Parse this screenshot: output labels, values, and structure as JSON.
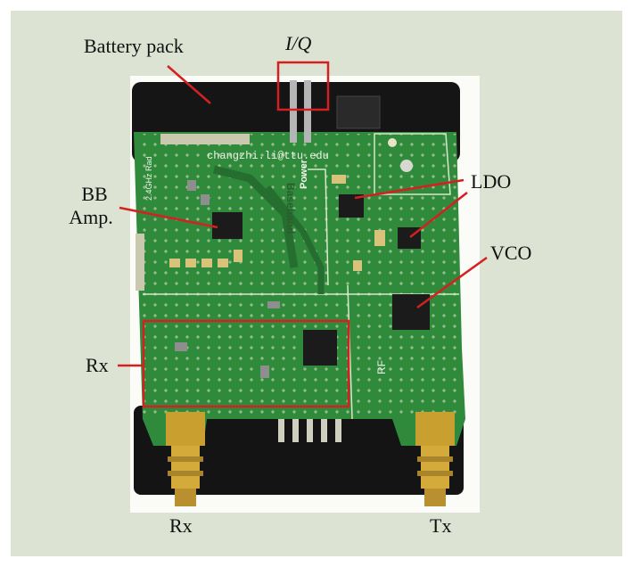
{
  "annotations": {
    "battery_pack": "Battery pack",
    "iq": "I/Q",
    "bb_amp_line1": "BB",
    "bb_amp_line2": "Amp.",
    "ldo": "LDO",
    "vco": "VCO",
    "rx_left": "Rx",
    "rx_bottom": "Rx",
    "tx_bottom": "Tx"
  },
  "board_text": {
    "email": "changzhi.li@ttu.edu",
    "power": "Power",
    "baseband": "Baseband",
    "radio": "2.4GHz Rad",
    "rf": "RF"
  },
  "colors": {
    "background": "#dde3d2",
    "pcb": "#2f8a3c",
    "battery": "#1a1a1a",
    "callout": "#d42020",
    "connector_gold": "#c9a030"
  }
}
